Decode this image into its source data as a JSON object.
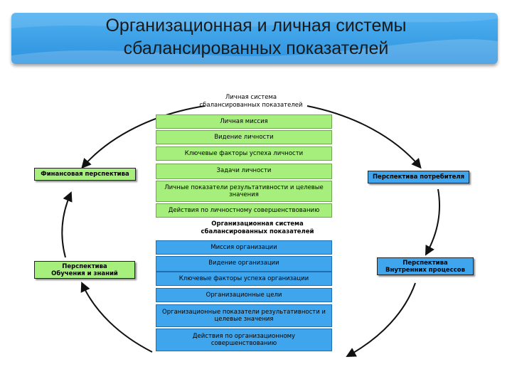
{
  "title": "Организационная и личная системы\nсбалансированных показателей",
  "personal_header": "Личная система\nсбалансированных показателей",
  "personal_items": [
    "Личная миссия",
    "Видение личности",
    "Ключевые факторы успеха личности",
    "Задачи личности",
    "Личные показатели результативности и целевые\nзначения",
    "Действия по личностному совершенствованию"
  ],
  "org_header": "Организационная система\nсбалансированных показателей",
  "org_items": [
    "Миссия организации",
    "Видение организации",
    "Ключевые факторы успеха организации",
    "Организационные цели",
    "Организационные показатели результативности и\nцелевые значения",
    "Действия по организационному\nсовершенствованию"
  ],
  "perspectives": {
    "financial": "Финансовая перспектива",
    "customer": "Перспектива потребителя",
    "learning": "Перспектива\nОбучения и знаний",
    "internal": "Перспектива\nВнутренних процессов"
  },
  "colors": {
    "banner": "#2d93df",
    "personal_fill": "#a6ef7c",
    "org_fill": "#3fa6ee"
  }
}
